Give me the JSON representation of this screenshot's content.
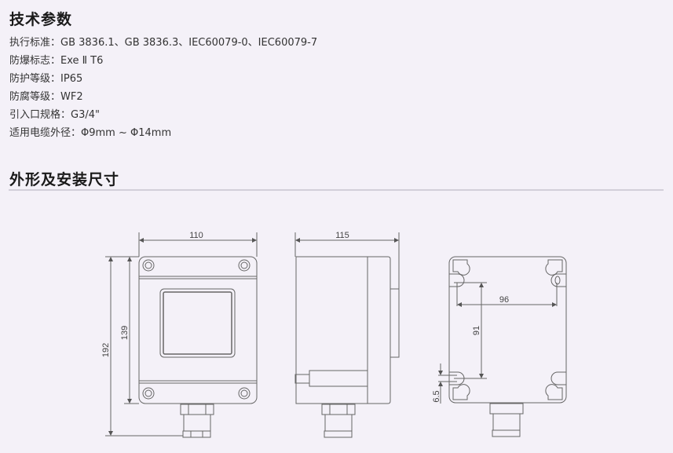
{
  "section1": {
    "title": "技术参数",
    "specs": [
      {
        "label": "执行标准：",
        "value": "GB 3836.1、GB 3836.3、IEC60079-0、IEC60079-7"
      },
      {
        "label": "防爆标志：",
        "value": "Exe Ⅱ T6"
      },
      {
        "label": "防护等级：",
        "value": "IP65"
      },
      {
        "label": "防腐等级：",
        "value": "WF2"
      },
      {
        "label": "引入口规格：",
        "value": "G3/4\""
      },
      {
        "label": "适用电缆外径：",
        "value": "Φ9mm ~ Φ14mm"
      }
    ]
  },
  "section2": {
    "title": "外形及安装尺寸",
    "dimensions": {
      "front_width": "110",
      "front_height_total": "192",
      "front_height_body": "139",
      "side_depth": "115",
      "mount_width": "96",
      "mount_height": "91",
      "slot_width": "6.5"
    }
  }
}
